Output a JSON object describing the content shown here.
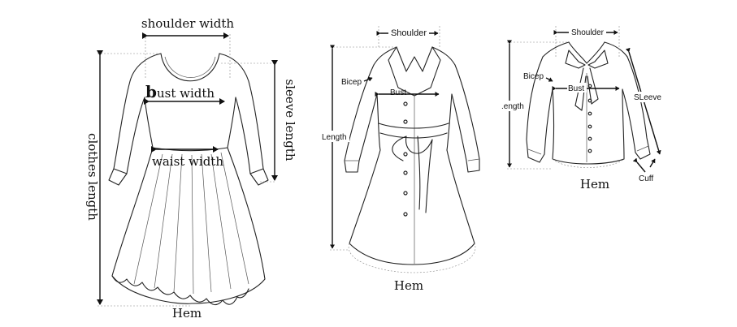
{
  "dress": {
    "shoulder_width": "shoulder width",
    "bust_width_initial": "b",
    "bust_width_rest": "ust  width",
    "sleeve_length": "sleeve length",
    "waist_width": "waist width",
    "clothes_length": "clothes length",
    "hem": "Hem"
  },
  "coat": {
    "shoulder": "Shoulder",
    "bicep": "Bicep",
    "bust": "Bust",
    "length": "Length",
    "hem": "Hem"
  },
  "blouse": {
    "shoulder": "Shoulder",
    "bicep": "Bicep",
    "bust": "Bust",
    "length": ".ength",
    "sleeve": "SLeeve",
    "cuff": "Cuff",
    "hem": "Hem"
  }
}
